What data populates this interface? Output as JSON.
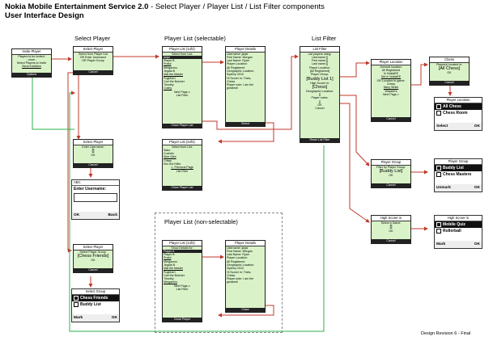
{
  "header": {
    "title_bold": "Nokia Mobile Entertainment Service 2.0",
    "title_rest": " - Select Player / Player List / List Filter components",
    "subtitle": "User Interface Design"
  },
  "sections": {
    "select_player": "Select Player",
    "player_list_selectable": "Player List (selectable)",
    "list_filter": "List Filter",
    "player_list_nonselectable": "Player List (non-selectable)"
  },
  "footer": "Design Revision 6 - Final",
  "screens": {
    "invite_player": {
      "header": "Invite Player",
      "lines": [
        "Players to be invited:",
        "- none -",
        "Select Players to Invite",
        "Send Invitation"
      ],
      "softkey": "Options"
    },
    "select_player_1": {
      "header": "Select Player",
      "lines": [
        "Select from Player List",
        "OR Enter Username",
        "OR Player Group"
      ],
      "softkey": "Cancel"
    },
    "player_list_1of2": {
      "header": "Player List (1of2)",
      "lines": [
        "Select from List:",
        "jarjar",
        "Player B",
        "Praful",
        "Mergazmo",
        "Jegala B",
        "Mat the Master",
        "Pugbhert",
        "Carl the Butcher",
        "Timothy",
        "Cushy"
      ],
      "footer_lines": [
        "Next Page->",
        "List Filter",
        "Close Player List"
      ]
    },
    "player_details_1": {
      "header": "Player Details",
      "lines": [
        "Username: jarjar",
        "First Name: Morgan",
        "Last Name: Ryan",
        "Player Location:",
        "All Registered",
        "Geographic Location:",
        "Sydney 2010",
        "Hi Scorer in: Trivia,",
        "Chess",
        "Player note: I am the",
        "greatest!"
      ],
      "softkey": "Select"
    },
    "list_filter": {
      "header": "List Filter",
      "lines": [
        "List players using:",
        "Username:[]",
        "First name:[]",
        "Last name:[]",
        "Player Location:",
        "[All Registered]",
        "Player Group:",
        "[Buddy List 1]",
        "High Scorer in:",
        "[Chess]",
        "Geographic Location:",
        "[]",
        "Player notes:",
        "[]",
        "OK",
        "Cancel",
        "Reset List Filter"
      ]
    },
    "player_location_1": {
      "header": "Player Location",
      "lines": [
        "General location:",
        "All Registered",
        "In NokiaEE",
        "Not in NokiaEE",
        "OR Location in game:",
        "Chess",
        "Navy Strike",
        "Wapsters",
        "Next Page->"
      ],
      "softkey": "Cancel"
    },
    "chess": {
      "header": "Chess",
      "lines": [
        "Player(s) located in:",
        "[All Chess]",
        "OK"
      ],
      "softkey": "Cancel"
    },
    "player_location_2": {
      "header": "Player Location",
      "options": [
        "All Chess",
        "Chess Room"
      ],
      "left_softkey": "Select",
      "right_softkey": "OK"
    },
    "player_group_1": {
      "header": "Player Group",
      "lines": [
        "Filter by Player Group:",
        "[Buddy List]",
        "OK"
      ],
      "softkey": "Cancel"
    },
    "player_group_2": {
      "header": "Player Group",
      "options": [
        "Buddy List",
        "Chess Masters"
      ],
      "left_softkey": "Unmark",
      "right_softkey": "OK"
    },
    "high_scorer_1": {
      "header": "High Scorer in",
      "lines": [
        "Select a Game:",
        "[]",
        "OK"
      ],
      "softkey": "Cancel"
    },
    "high_scorer_2": {
      "header": "High Scorer in",
      "options": [
        "Mobile Quiz",
        "Rollerball"
      ],
      "left_softkey": "Mark",
      "right_softkey": "OK"
    },
    "select_player_2": {
      "header": "Select Player",
      "lines": [
        "Enter Username:",
        "[]",
        "OK"
      ],
      "softkey": "Cancel"
    },
    "abc_input": {
      "header": "ABC",
      "label": "Enter Username:",
      "left_softkey": "OK",
      "right_softkey": "Back"
    },
    "player_list_2of2": {
      "header": "Player List (2of2)",
      "lines": [
        "Select from List:",
        "Sako",
        "Cuchels",
        "Wee Wee",
        "Crissy",
        "Ken the Killer"
      ],
      "footer_lines": [
        "<- Previous Page",
        "List Filter",
        "Close Player List"
      ]
    },
    "select_player_3": {
      "header": "Select Player",
      "lines": [
        "Select Player Group:",
        "[Chess Friends]",
        "OK"
      ],
      "softkey": "Cancel"
    },
    "select_group": {
      "header": "Select Group",
      "options": [
        "Chess Friends",
        "Buddy List"
      ],
      "left_softkey": "Mark",
      "right_softkey": "OK"
    },
    "player_list_ns": {
      "header": "Player List (1of2)",
      "lines": [
        "Show Details for:",
        "Player A",
        "Player B",
        "Praful",
        "Mergazmo",
        "Jegala B",
        "Mat the Master",
        "Pugbhert",
        "Carl the Butcher",
        "Timothy",
        "Mergazmo"
      ],
      "footer_lines": [
        "Next Page->",
        "List Filter",
        "Close Player"
      ]
    },
    "player_details_2": {
      "header": "Player Details",
      "lines": [
        "Username: jarjar",
        "First Name: Morgan",
        "Last Name: Ryan",
        "Player Location:",
        "All Registered",
        "Geographic Location:",
        "Sydney 2010",
        "Hi Scorer in: Trivia,",
        "Chess",
        "Player note: I am the",
        "greatest!"
      ],
      "softkey": "Close"
    }
  }
}
